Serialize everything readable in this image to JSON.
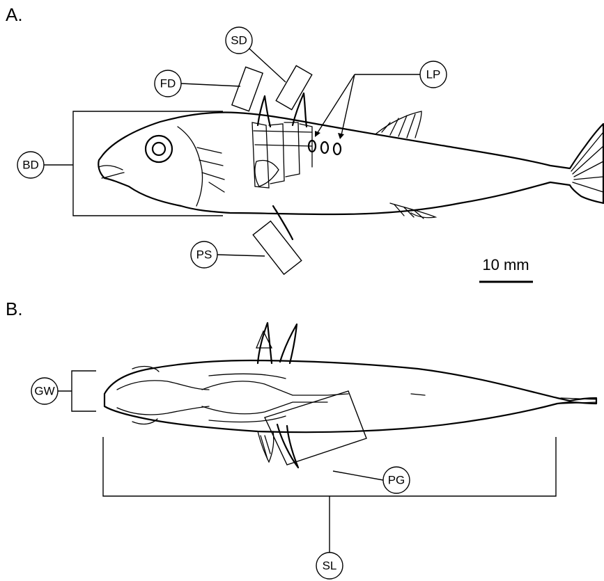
{
  "panels": {
    "a": {
      "label": "A."
    },
    "b": {
      "label": "B."
    }
  },
  "callouts": {
    "sd": "SD",
    "fd": "FD",
    "lp": "LP",
    "bd": "BD",
    "ps": "PS",
    "gw": "GW",
    "pg": "PG",
    "sl": "SL"
  },
  "scale_bar": {
    "label": "10 mm"
  }
}
